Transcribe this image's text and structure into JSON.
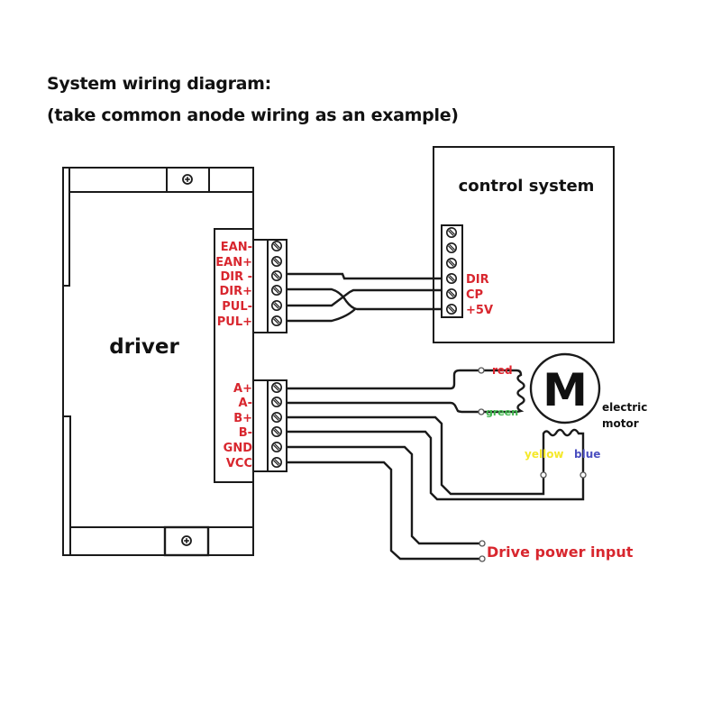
{
  "title": {
    "line1": "System wiring diagram:",
    "line2": "(take common anode wiring as an example)"
  },
  "driver": {
    "label": "driver",
    "signal_terminals": [
      "EAN-",
      "EAN+",
      "DIR -",
      "DIR+",
      "PUL-",
      "PUL+"
    ],
    "power_terminals": [
      "A+",
      "A-",
      "B+",
      "B-",
      "GND",
      "VCC"
    ]
  },
  "control_system": {
    "label": "control system",
    "terminals": [
      "DIR",
      "CP",
      "+5V"
    ]
  },
  "motor": {
    "symbol": "M",
    "label_line1": "electric",
    "label_line2": "motor",
    "wires": {
      "red": "red",
      "green": "green",
      "yellow": "yellow",
      "blue": "blue"
    }
  },
  "power_input": {
    "label": "Drive power input"
  },
  "colors": {
    "label_red": "#d8262e",
    "wire_red": "#e0252f",
    "wire_green": "#3cb54a",
    "wire_yellow": "#f5e82a",
    "wire_blue": "#4b4fc0",
    "line": "#1a1a1a"
  }
}
